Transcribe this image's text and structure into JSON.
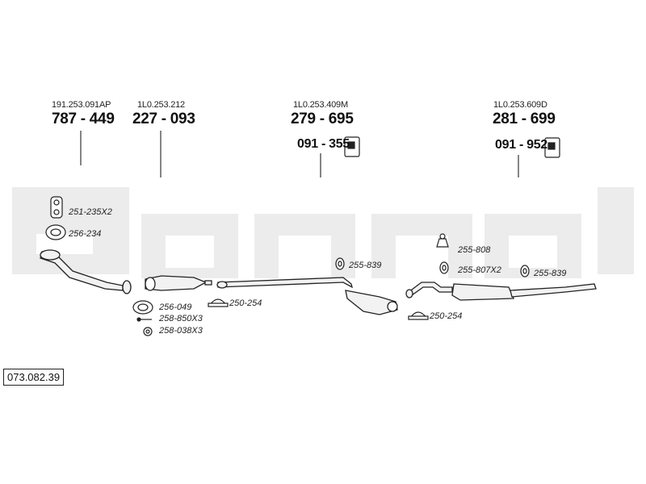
{
  "watermark": {
    "text": "bosal",
    "color": "#e9e9e9"
  },
  "sections": [
    {
      "oem": "191.253.091AP",
      "part": "787 - 449"
    },
    {
      "oem": "1L0.253.212",
      "part": "227 - 093"
    },
    {
      "oem": "1L0.253.409M",
      "part": "279 - 695",
      "sub": "091 - 355"
    },
    {
      "oem": "1L0.253.609D",
      "part": "281 - 699",
      "sub": "091 - 952"
    }
  ],
  "accessories": [
    {
      "id": "a1",
      "label": "251-235X2"
    },
    {
      "id": "a2",
      "label": "256-234"
    },
    {
      "id": "a3",
      "label": "256-049"
    },
    {
      "id": "a4",
      "label": "258-850X3"
    },
    {
      "id": "a5",
      "label": "258-038X3"
    },
    {
      "id": "a6",
      "label": "250-254"
    },
    {
      "id": "a7",
      "label": "255-839"
    },
    {
      "id": "a8",
      "label": "250-254"
    },
    {
      "id": "a9",
      "label": "255-808"
    },
    {
      "id": "a10",
      "label": "255-807X2"
    },
    {
      "id": "a11",
      "label": "255-839"
    }
  ],
  "reference": "073.082.39"
}
